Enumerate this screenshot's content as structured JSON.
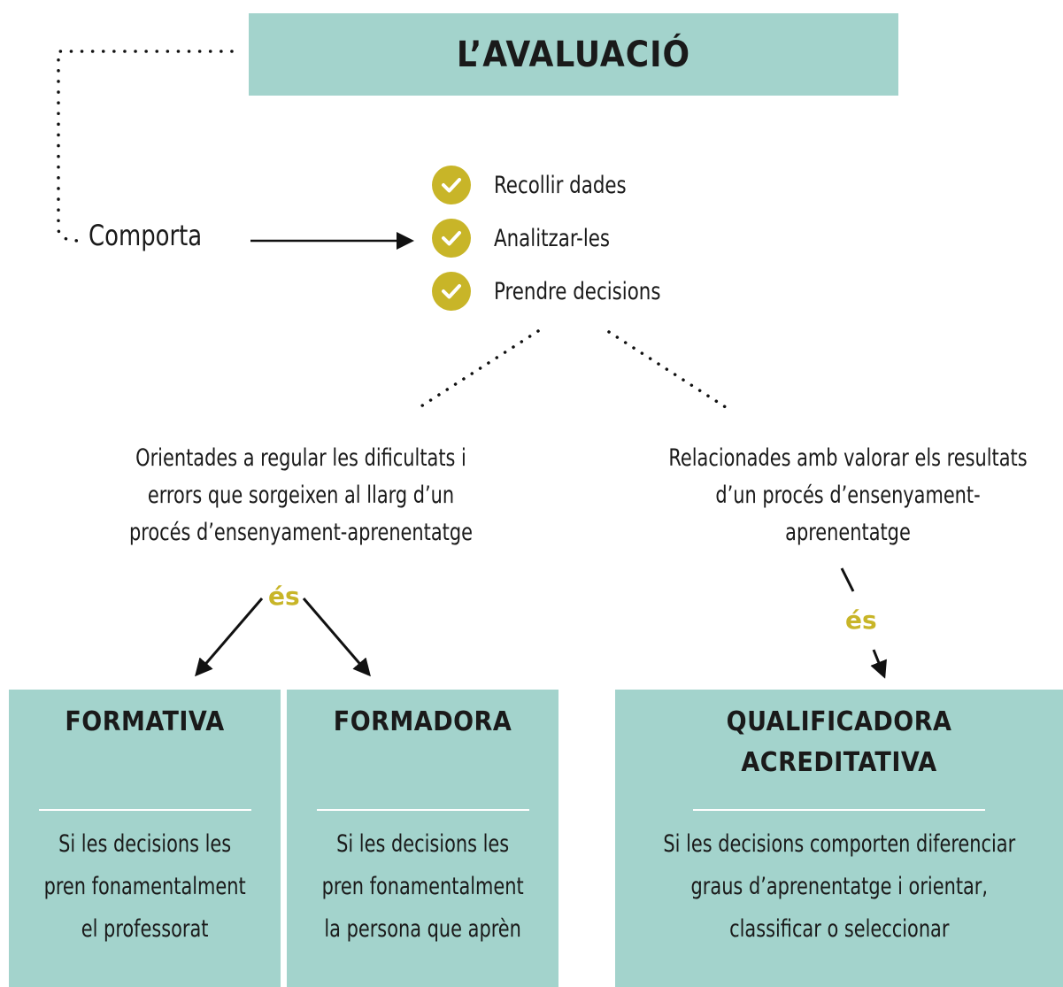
{
  "colors": {
    "teal": "#a3d3cc",
    "gold": "#c8b528",
    "divider": "#ffffff"
  },
  "title": "L’AVALUACIÓ",
  "comporta_label": "Comporta",
  "checklist": [
    {
      "icon": "check-circle-icon",
      "label": "Recollir dades"
    },
    {
      "icon": "check-circle-icon",
      "label": "Analitzar-les"
    },
    {
      "icon": "check-circle-icon",
      "label": "Prendre decisions"
    }
  ],
  "left_description": [
    "Orientades a regular les dificultats i",
    "errors que sorgeixen al llarg d’un",
    "procés d’ensenyament-aprenentatge"
  ],
  "right_description": [
    "Relacionades amb valorar els resultats",
    "d’un procés d’ensenyament-",
    "aprenentatge"
  ],
  "connector_word_left": "és",
  "connector_word_right": "és",
  "boxes": [
    {
      "title": [
        "FORMATIVA"
      ],
      "text": [
        "Si les decisions les",
        "pren fonamentalment",
        "el professorat"
      ]
    },
    {
      "title": [
        "FORMADORA"
      ],
      "text": [
        "Si les decisions les",
        "pren fonamentalment",
        "la persona que aprèn"
      ]
    },
    {
      "title": [
        "QUALIFICADORA",
        "ACREDITATIVA"
      ],
      "text": [
        "Si les decisions comporten diferenciar",
        "graus d’aprenentatge i orientar,",
        "classificar o seleccionar"
      ]
    }
  ]
}
